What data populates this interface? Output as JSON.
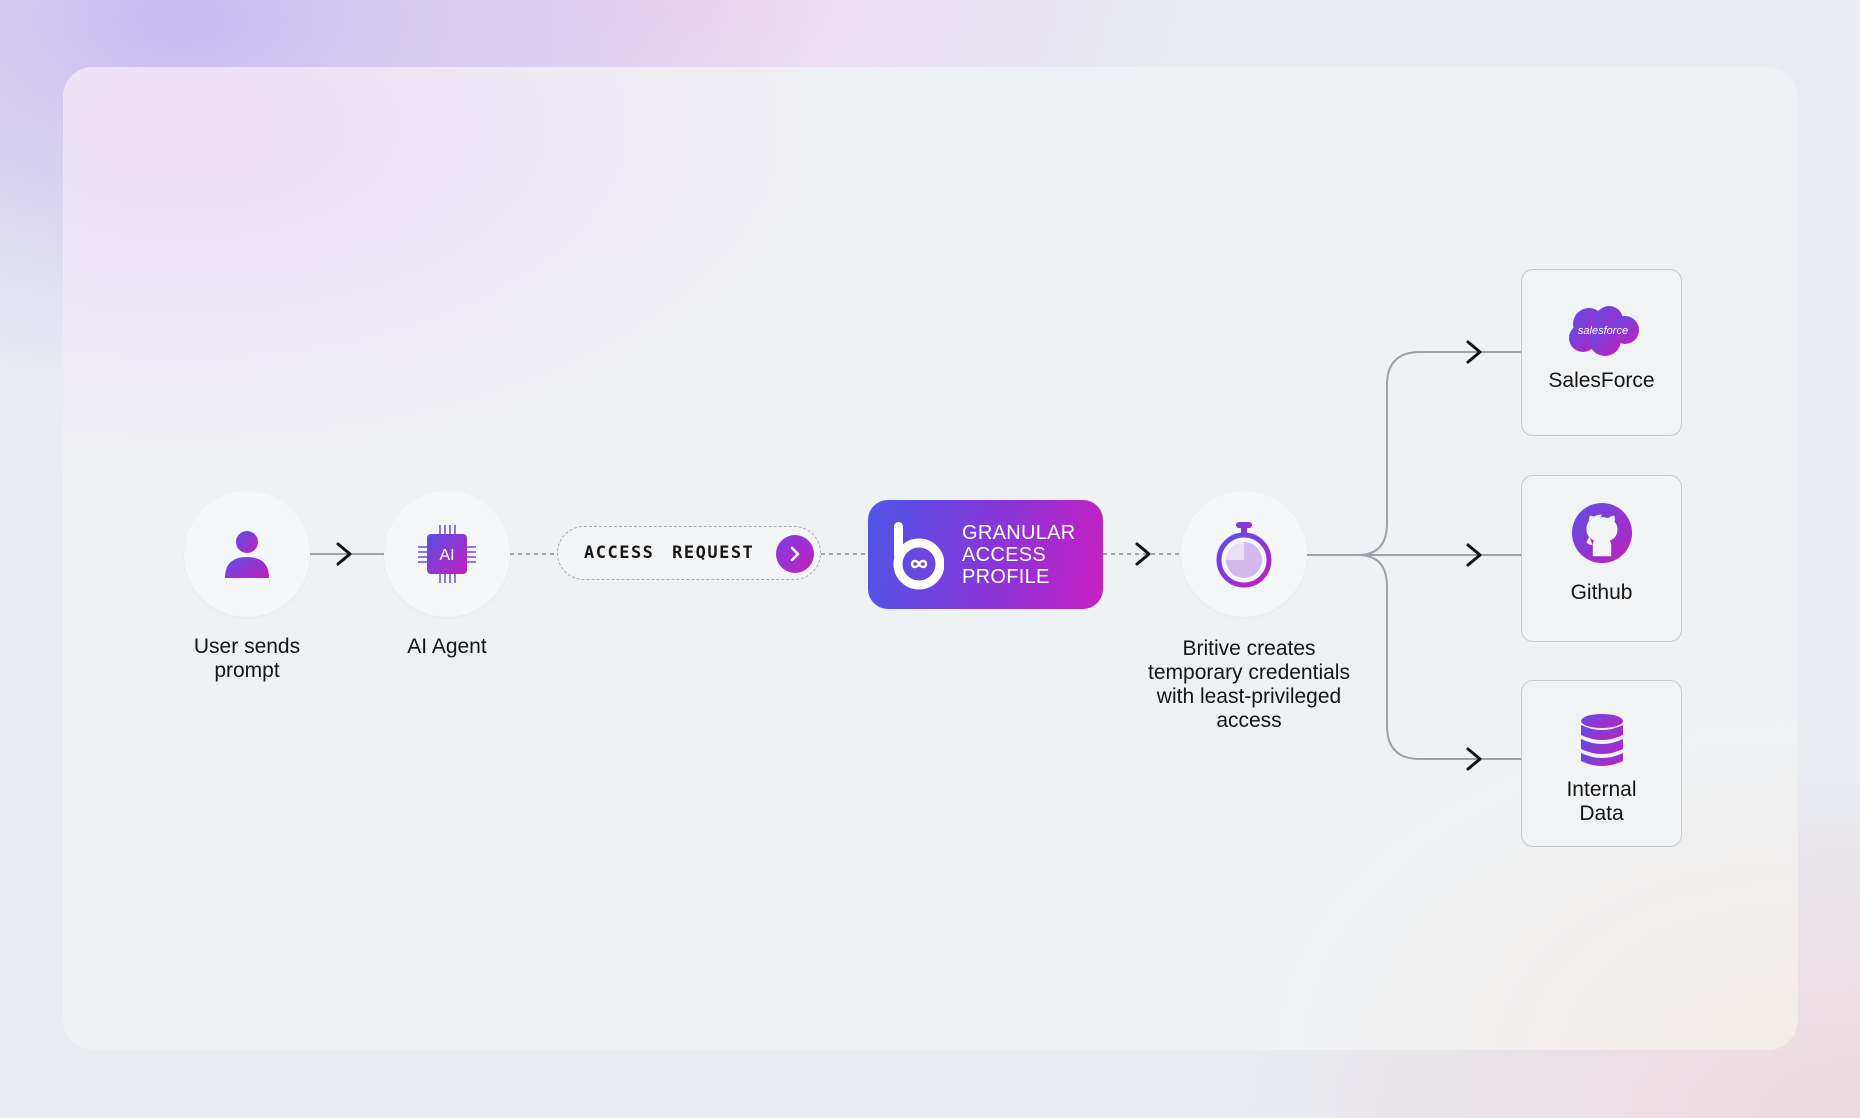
{
  "nodes": {
    "user": {
      "label_line1": "User sends",
      "label_line2": "prompt",
      "icon": "user-icon"
    },
    "agent": {
      "label": "AI Agent",
      "chip_text": "AI",
      "icon": "ai-chip-icon"
    },
    "access_request": {
      "label": "ACCESS  REQUEST",
      "icon": "chevron-right-icon"
    },
    "profile": {
      "line1": "GRANULAR",
      "line2": "ACCESS",
      "line3": "PROFILE",
      "icon": "britive-logo-icon"
    },
    "timer": {
      "line1": "Britive creates",
      "line2": "temporary credentials",
      "line3": "with least-privileged",
      "line4": "access",
      "icon": "stopwatch-icon"
    }
  },
  "targets": [
    {
      "label": "SalesForce",
      "logo_text": "salesforce",
      "icon": "salesforce-cloud-icon"
    },
    {
      "label": "Github",
      "icon": "github-icon"
    },
    {
      "label_line1": "Internal",
      "label_line2": "Data",
      "icon": "database-icon"
    }
  ],
  "colors": {
    "gradient_start": "#4d55e6",
    "gradient_mid": "#8a35d8",
    "gradient_end": "#c81fc0",
    "connector": "#9ea1a8",
    "arrow": "#111111"
  }
}
